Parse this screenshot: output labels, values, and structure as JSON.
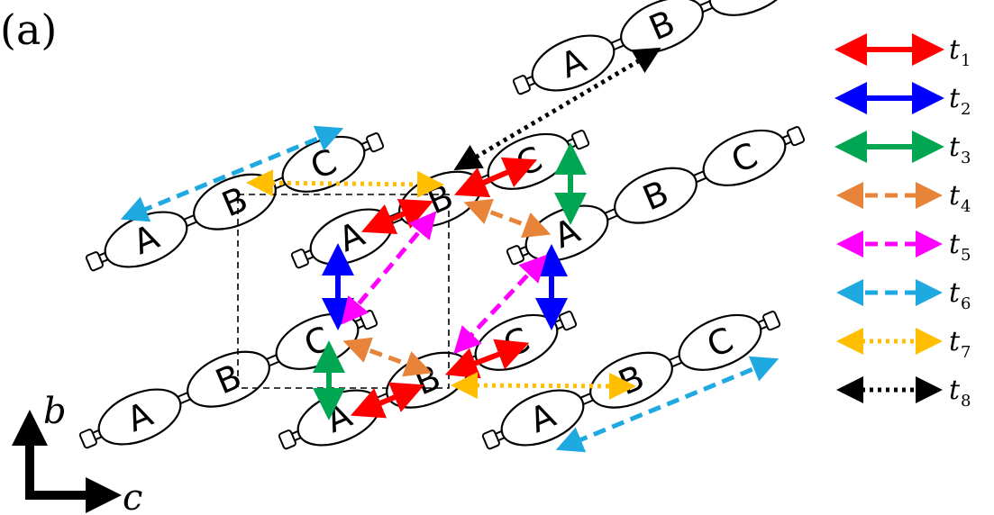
{
  "panel_label": "(a)",
  "site_labels": {
    "a": "A",
    "b": "B",
    "c": "C"
  },
  "axes": {
    "vertical": "b",
    "horizontal": "c"
  },
  "legend": [
    {
      "symbol": "t",
      "sub": "1",
      "color": "#ff0000",
      "style": "solid"
    },
    {
      "symbol": "t",
      "sub": "2",
      "color": "#0000ff",
      "style": "solid"
    },
    {
      "symbol": "t",
      "sub": "3",
      "color": "#00a651",
      "style": "solid"
    },
    {
      "symbol": "t",
      "sub": "4",
      "color": "#e8843a",
      "style": "dashed"
    },
    {
      "symbol": "t",
      "sub": "5",
      "color": "#ff00ff",
      "style": "dashed"
    },
    {
      "symbol": "t",
      "sub": "6",
      "color": "#1fa9e1",
      "style": "dashed"
    },
    {
      "symbol": "t",
      "sub": "7",
      "color": "#ffbf00",
      "style": "dotted"
    },
    {
      "symbol": "t",
      "sub": "8",
      "color": "#000000",
      "style": "dotted"
    }
  ]
}
